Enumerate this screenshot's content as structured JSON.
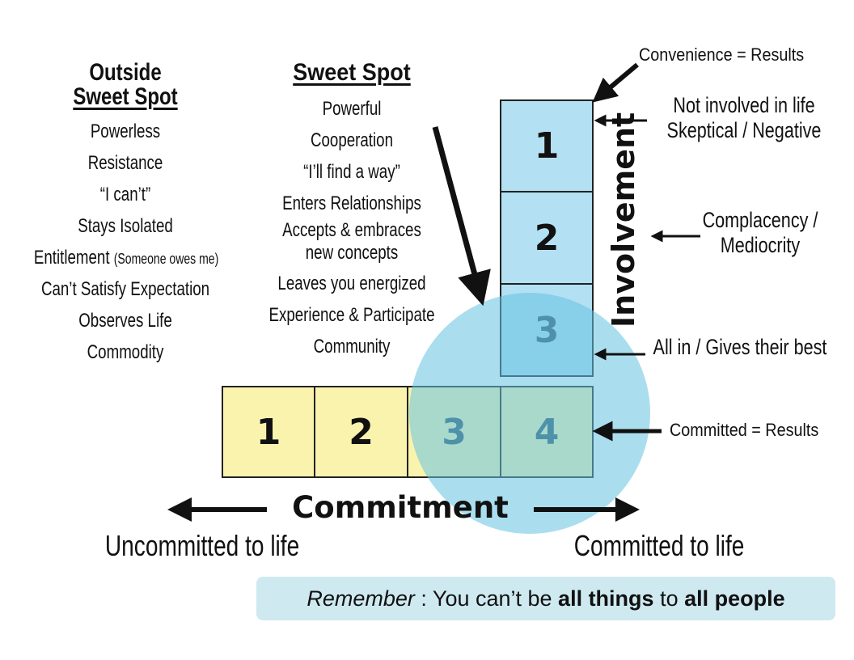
{
  "outside": {
    "heading_line1": "Outside",
    "heading_line2": "Sweet Spot",
    "items": [
      "Powerless",
      "Resistance",
      "“I can’t”",
      "Stays Isolated",
      "Entitlement",
      "Can’t Satisfy Expectation",
      "Observes Life",
      "Commodity"
    ],
    "entitlement_note": "(Someone owes me)"
  },
  "sweet": {
    "heading": "Sweet Spot",
    "items": [
      "Powerful",
      "Cooperation",
      "“I’ll find a way”",
      "Enters Relationships",
      "Accepts & embraces new concepts",
      "Leaves you energized",
      "Experience & Participate",
      "Community"
    ]
  },
  "involvement": {
    "title": "Involvement",
    "boxes": [
      "1",
      "2",
      "3"
    ],
    "labels": {
      "top": "Convenience = Results",
      "level1_line1": "Not involved in life",
      "level1_line2": "Skeptical / Negative",
      "level2_line1": "Complacency /",
      "level2_line2": "Mediocrity",
      "level3": "All in / Gives their best"
    }
  },
  "commitment": {
    "title": "Commitment",
    "boxes": [
      "1",
      "2",
      "3",
      "4"
    ],
    "result_label": "Committed = Results",
    "left_label": "Uncommitted to life",
    "right_label": "Committed to life"
  },
  "remember": {
    "lead": "Remember",
    "sep": " : You can’t be ",
    "bold1": "all things",
    "mid": " to ",
    "bold2": "all people"
  },
  "colors": {
    "involvement_box": "#b3e0f2",
    "commitment_box": "#faf3ae",
    "sweet_circle": "#64c3e1",
    "remember_bg": "#cfe9f1"
  }
}
